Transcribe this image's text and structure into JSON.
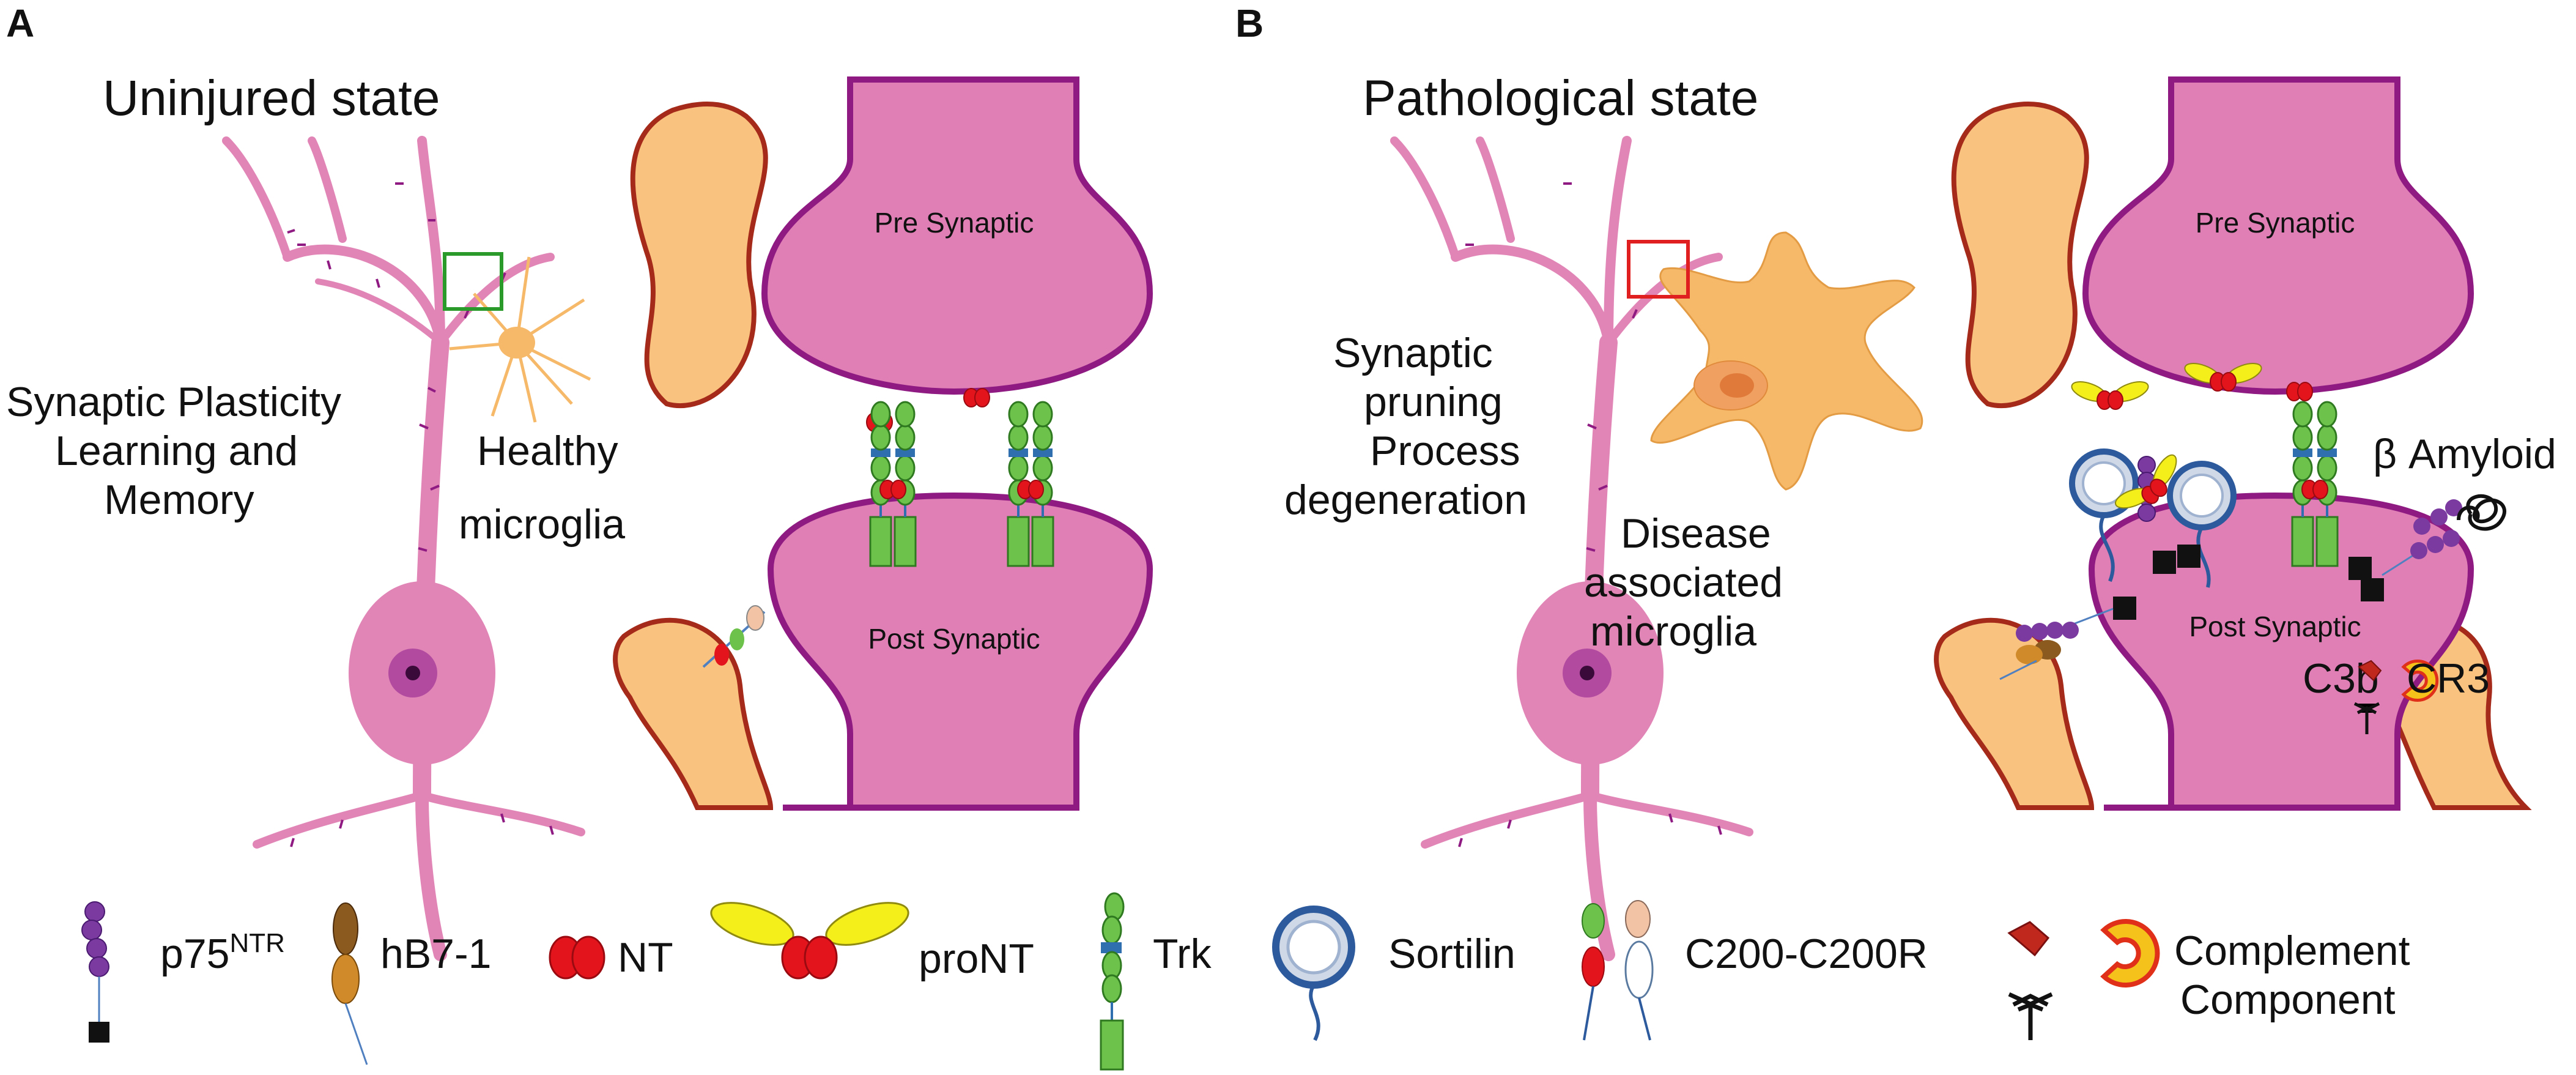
{
  "panels": {
    "a": {
      "letter": "A",
      "title": "Uninjured state",
      "function_lines": [
        "Synaptic Plasticity",
        "Learning and",
        "Memory"
      ],
      "microglia_lines": [
        "Healthy",
        "microglia"
      ],
      "pre_label": "Pre Synaptic",
      "post_label": "Post Synaptic"
    },
    "b": {
      "letter": "B",
      "title": "Pathological state",
      "function_lines": [
        "Synaptic",
        "pruning",
        "Process",
        "degeneration"
      ],
      "microglia_lines": [
        "Disease",
        "associated",
        "microglia"
      ],
      "pre_label": "Pre Synaptic",
      "post_label": "Post Synaptic",
      "amyloid_label": "β Amyloid",
      "c3b_label": "C3b",
      "cr3_label": "CR3"
    }
  },
  "legend": {
    "p75": "p75",
    "p75_sup": "NTR",
    "hb7": "hB7-1",
    "nt": "NT",
    "pront": "proNT",
    "trk": "Trk",
    "sortilin": "Sortilin",
    "c200": "C200-C200R",
    "complement_lines": [
      "Complement",
      "Component"
    ]
  },
  "colors": {
    "neuron": "#e185b6",
    "synapse_fill": "#e07fb5",
    "synapse_stroke": "#8e1a82",
    "glia": "#f9c27f",
    "glia_stroke": "#a52a1a",
    "microglia": "#f6b96a",
    "trk_green": "#6cc24a",
    "trk_blue": "#2f6fb0",
    "nt_red": "#e3141c",
    "pront_yellow": "#f4ee1a",
    "p75_purple": "#7a3aa0",
    "hb7_brown": "#8a5a1e",
    "sortilin_blue": "#2c5a9c"
  }
}
